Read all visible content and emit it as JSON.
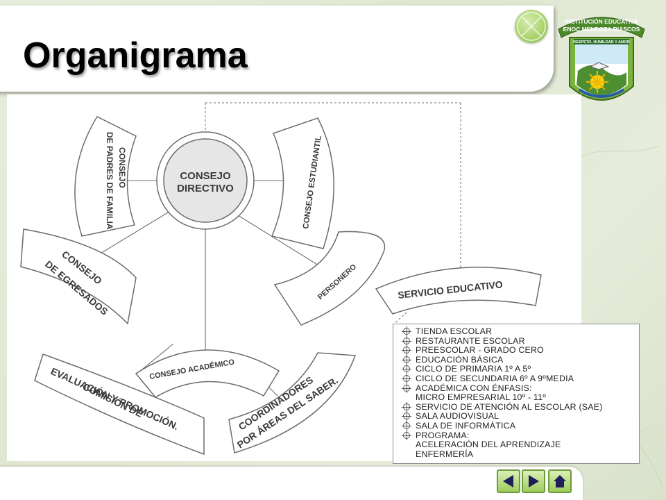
{
  "slide": {
    "title": "Organigrama"
  },
  "emblem": {
    "line1": "INSTITUCIÓN EDUCATIVA",
    "line2": "ENOC MENDOZA RIASCOS",
    "motto": "RESPETO, HUMILDAD Y AMOR"
  },
  "diagram": {
    "center": [
      "CONSEJO",
      "DIRECTIVO"
    ],
    "padres": [
      "CONSEJO",
      "DE PADRES DE FAMILIA"
    ],
    "estudiantil": "CONSEJO ESTUDIANTIL",
    "egresados": [
      "CONSEJO",
      "DE EGRESADOS"
    ],
    "personero": "PERSONERO",
    "academico": "CONSEJO ACADÉMICO",
    "comision": [
      "COMISIÓN DE",
      "EVALUACIÓN Y PROMOCIÓN."
    ],
    "coordinadores": [
      "COORDINADORES",
      "POR ÁREAS DEL SABER."
    ],
    "servicio": "SERVICIO EDUCATIVO"
  },
  "services": [
    {
      "text": "TIENDA ESCOLAR",
      "bullet": true
    },
    {
      "text": "RESTAURANTE ESCOLAR",
      "bullet": true
    },
    {
      "text": "PREESCOLAR  -  GRADO CERO",
      "bullet": true
    },
    {
      "text": "EDUCACIÓN BÁSICA",
      "bullet": true
    },
    {
      "text": "CICLO DE PRIMARIA 1º A 5º",
      "bullet": true
    },
    {
      "text": "CICLO DE SECUNDARIA 6º A 9ºMEDIA",
      "bullet": true
    },
    {
      "text": "ACADÉMICA CON ÉNFASIS:",
      "bullet": true
    },
    {
      "text": "MICRO EMPRESARIAL 10º - 11º",
      "bullet": false
    },
    {
      "text": "SERVICIO DE ATENCIÓN AL ESCOLAR (SAE)",
      "bullet": true
    },
    {
      "text": "SALA AUDIOVISUAL",
      "bullet": true
    },
    {
      "text": "SALA DE INFORMÁTICA",
      "bullet": true
    },
    {
      "text": "PROGRAMA:",
      "bullet": true
    },
    {
      "text": "ACELERACIÓN DEL APRENDIZAJE",
      "bullet": false
    },
    {
      "text": "ENFERMERÍA",
      "bullet": false
    }
  ],
  "nav": {
    "prev_icon": "triangle-left-icon",
    "next_icon": "triangle-right-icon",
    "home_icon": "home-icon"
  },
  "colors": {
    "accent_green": "#9fcd5d",
    "center_fill": "#e6e6e6",
    "outline": "#555555"
  }
}
